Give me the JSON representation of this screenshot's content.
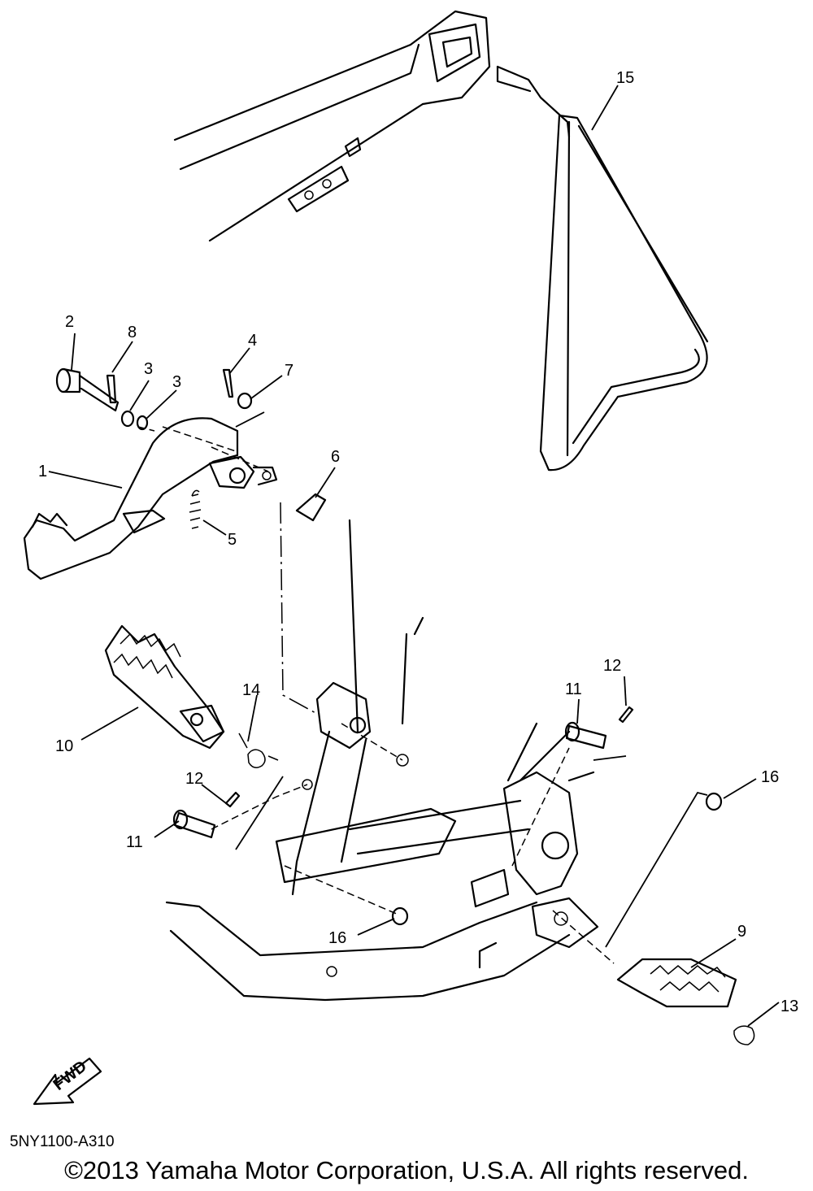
{
  "callouts": [
    "1",
    "2",
    "3",
    "3",
    "4",
    "5",
    "6",
    "7",
    "8",
    "9",
    "10",
    "11",
    "11",
    "12",
    "12",
    "13",
    "14",
    "15",
    "16",
    "16"
  ],
  "fwd_label": "FWD",
  "drawing_code": "5NY1100-A310",
  "copyright": "©2013 Yamaha Motor Corporation, U.S.A. All rights reserved."
}
